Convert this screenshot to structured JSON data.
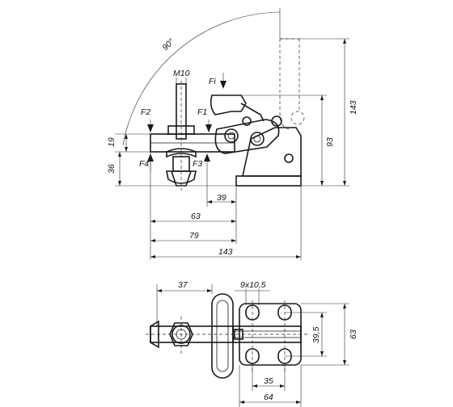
{
  "side_view": {
    "angle": "90°",
    "thread": "M10",
    "forces": {
      "fi": "Fi",
      "f1": "F1",
      "f2": "F2",
      "f3": "F3",
      "f4": "F4"
    },
    "dims": {
      "h19": "19",
      "h36": "36",
      "h93": "93",
      "h143": "143",
      "w39": "39",
      "w63": "63",
      "w79": "79",
      "w143": "143"
    }
  },
  "top_view": {
    "dims": {
      "w37": "37",
      "slot": "9x10,5",
      "h39_5": "39,5",
      "h63": "63",
      "w35": "35",
      "w64": "64"
    }
  }
}
